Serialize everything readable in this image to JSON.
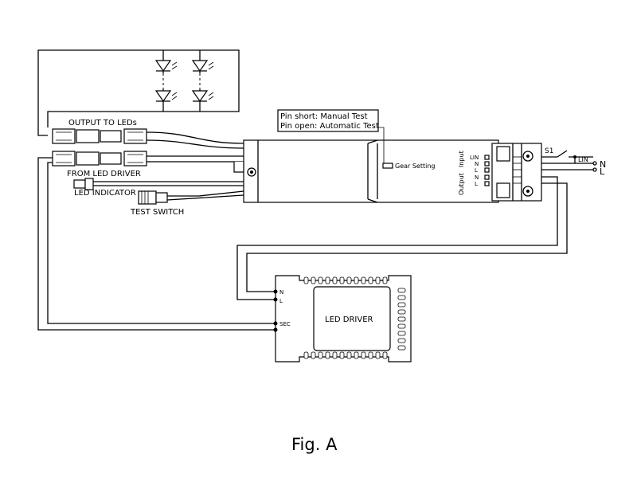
{
  "labels": {
    "output_to_leds": "OUTPUT TO LEDs",
    "from_led_driver": "FROM LED DRIVER",
    "led_indicator": "LED INDICATOR",
    "test_switch": "TEST SWITCH",
    "pin_short": "Pin short: Manual Test",
    "pin_open": "Pin open: Automatic Test",
    "gear_setting": "Gear Setting",
    "input": "Input",
    "output": "Output",
    "term_lin": "LIN",
    "term_n1": "N",
    "term_l1": "L",
    "term_n2": "N",
    "term_l2": "L",
    "switch_s1": "S1",
    "supply_lin": "LIN",
    "supply_n": "N",
    "supply_l": "L",
    "driver_title": "LED DRIVER",
    "driver_n": "N",
    "driver_l": "L",
    "driver_sec": "SEC",
    "figure_caption": "Fig. A"
  }
}
